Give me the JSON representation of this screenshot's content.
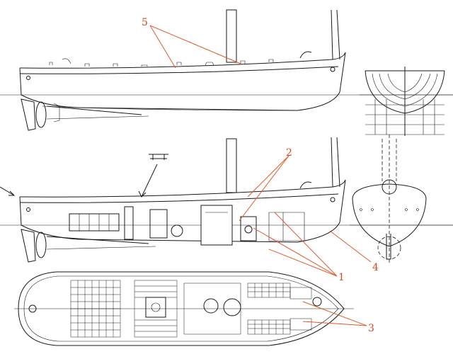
{
  "callouts": {
    "c1": "1",
    "c2": "2",
    "c3": "3",
    "c4": "4",
    "c5": "5"
  },
  "colors": {
    "line": "#1a1a1a",
    "leader": "#e05a2b",
    "callout_text": "#d4481d",
    "background": "#ffffff"
  }
}
